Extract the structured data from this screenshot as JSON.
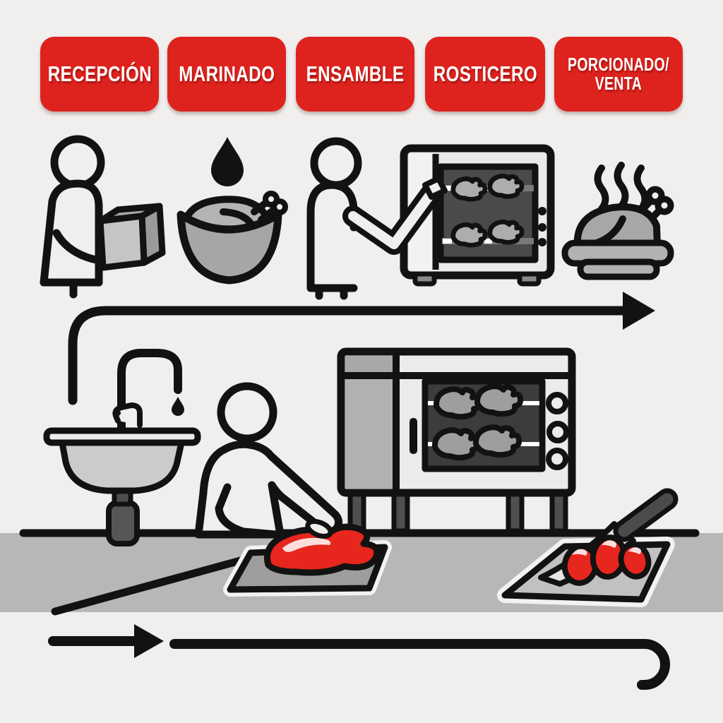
{
  "title_banners": {
    "banner_color": "#de231e",
    "text_color": "#ffffff",
    "stages": [
      {
        "id": "recepcion",
        "label": "RECEPCIÓN"
      },
      {
        "id": "marinado",
        "label": "MARINADO"
      },
      {
        "id": "ensamble",
        "label": "ENSAMBLE"
      },
      {
        "id": "rosticero",
        "label": "ROSTICERO"
      },
      {
        "id": "porcionado-venta",
        "label": "PORCIONADO/\nVENTA"
      }
    ]
  },
  "pictograms": {
    "top_row": [
      {
        "name": "worker-carrying-box-icon",
        "stage": "recepcion"
      },
      {
        "name": "marinade-drip-icon",
        "stage": "marinado"
      },
      {
        "name": "marinating-bowl-chicken-icon",
        "stage": "marinado"
      },
      {
        "name": "worker-loading-oven-icon",
        "stage": "ensamble"
      },
      {
        "name": "rotisserie-oven-icon",
        "stage": "rosticero"
      },
      {
        "name": "hot-roasted-chicken-platter-icon",
        "stage": "porcionado-venta"
      }
    ],
    "work_area": [
      {
        "name": "flow-arrow-right-icon"
      },
      {
        "name": "handwash-sink-icon"
      },
      {
        "name": "worker-handling-raw-chicken-icon"
      },
      {
        "name": "raw-chicken-tray-icon"
      },
      {
        "name": "large-rotisserie-oven-icon"
      },
      {
        "name": "cutting-board-knife-meat-icon"
      },
      {
        "name": "short-flow-arrow-icon"
      },
      {
        "name": "hooked-flow-line-icon"
      }
    ]
  },
  "palette": {
    "background": "#f0efee",
    "outline": "#121212",
    "counter_gray": "#b8b7b5",
    "mid_gray": "#adadad",
    "dark_gray": "#4b4a49",
    "meat_red": "#e7261d",
    "banner_red": "#de231e"
  }
}
